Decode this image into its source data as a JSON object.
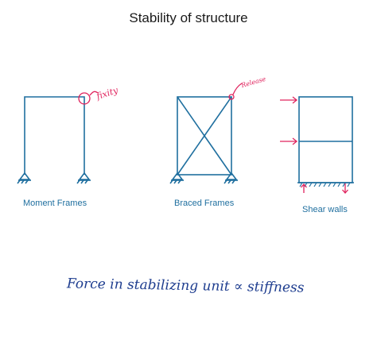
{
  "title": "Stability of structure",
  "frames": [
    {
      "caption": "Moment Frames",
      "note": "fixity"
    },
    {
      "caption": "Braced Frames",
      "note": "Release"
    },
    {
      "caption": "Shear walls"
    }
  ],
  "handwritten_footer": "Force in stabilizing unit ∝ stiffness",
  "colors": {
    "frame": "#1f6f9f",
    "annotation": "#e0245e",
    "footer": "#1e3d8f"
  }
}
